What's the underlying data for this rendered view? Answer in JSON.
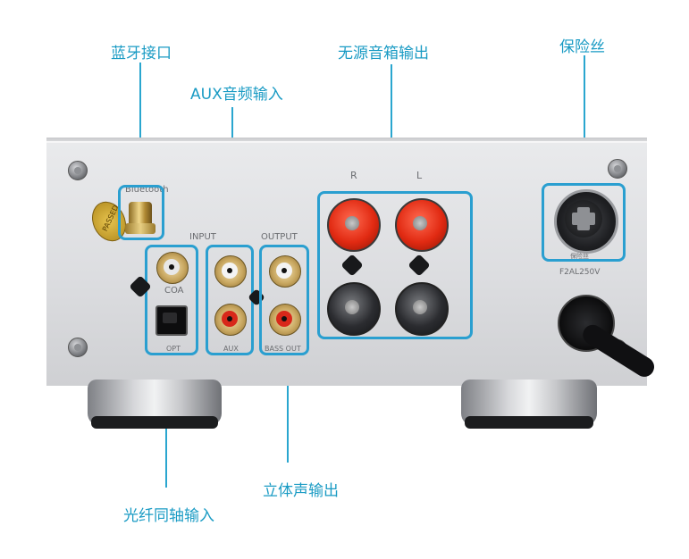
{
  "callouts": {
    "bluetooth": "蓝牙接口",
    "aux_in": "AUX音频输入",
    "passive_out": "无源音箱输出",
    "fuse": "保险丝",
    "stereo_out": "立体声输出",
    "optical_coax_in": "光纤同轴输入"
  },
  "panel_labels": {
    "bluetooth": "Bluetooth",
    "input": "INPUT",
    "output": "OUTPUT",
    "coa": "COA",
    "opt": "OPT",
    "aux": "AUX",
    "bass_out": "BASS OUT",
    "r": "R",
    "l": "L",
    "fuse_chinese": "保险丝",
    "fuse_rating": "F2AL250V",
    "passed": "PASSED"
  },
  "colors": {
    "callout": "#1a9bc4",
    "highlight_box": "#2a9fd0",
    "panel": "#dcdde0",
    "red_terminal": "#e12a12",
    "black_terminal": "#2b2c30"
  }
}
